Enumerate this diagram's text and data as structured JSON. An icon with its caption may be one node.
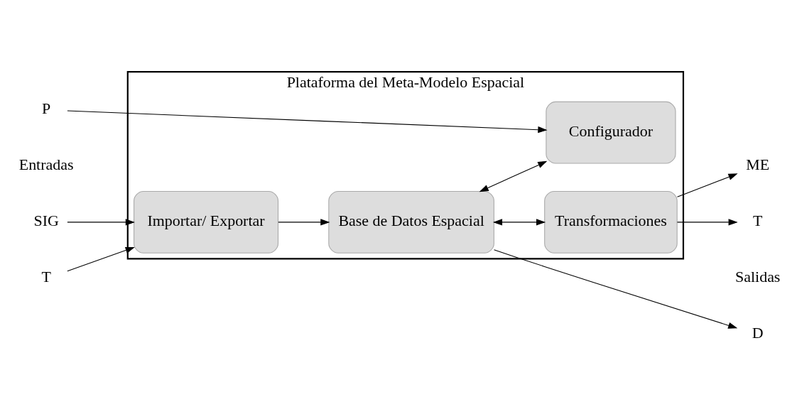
{
  "diagram": {
    "nodes": [
      {
        "text": [
          "Plataforma del Meta-Modelo Espacial"
        ]
      },
      {
        "text": [
          "Importar/ Exportar"
        ],
        "in": 0
      },
      {
        "text": [
          "Base de Datos Espacial"
        ],
        "in": 0
      },
      {
        "text": [
          "Configurador"
        ],
        "in": 0
      },
      {
        "text": [
          "Transformaciones"
        ],
        "in": 0
      },
      {
        "text": [
          "SIG"
        ]
      },
      {
        "text": [
          "T"
        ]
      },
      {
        "text": [
          "P"
        ]
      },
      {
        "text": [
          "D"
        ]
      },
      {
        "text": [
          "ME"
        ]
      },
      {
        "text": [
          "T"
        ]
      }
    ],
    "edges": [
      {
        "from": 5,
        "to": 1,
        "arrow": "to"
      },
      {
        "from": 6,
        "to": 1,
        "arrow": "to"
      },
      {
        "from": 1,
        "to": 2,
        "arrow": "to"
      },
      {
        "from": 2,
        "to": 8,
        "arrow": "to"
      },
      {
        "from": 2,
        "to": 4,
        "arrow": "both"
      },
      {
        "from": 2,
        "to": 3,
        "arrow": "both"
      },
      {
        "from": 7,
        "to": 3,
        "arrow": "to"
      },
      {
        "from": 4,
        "to": 9,
        "arrow": "to"
      },
      {
        "from": 4,
        "to": 10,
        "arrow": "to"
      }
    ],
    "labels": [
      "Entradas",
      "Salidas"
    ]
  }
}
